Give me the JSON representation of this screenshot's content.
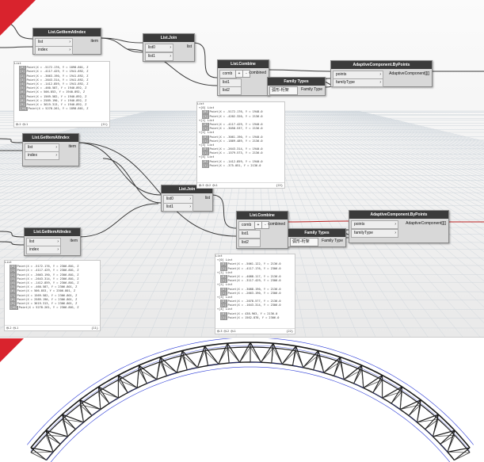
{
  "corner_color": "#d9232d",
  "top": {
    "nodes": {
      "gather1": {
        "title": "List.GetItemAtIndex",
        "in": [
          "list",
          "index"
        ],
        "out": "item"
      },
      "join1": {
        "title": "List.Join",
        "in": [
          "list0",
          "list1"
        ],
        "out": "list"
      },
      "combine1": {
        "title": "List.Combine",
        "in": [
          "comb",
          "list1",
          "list2"
        ],
        "out": "combined",
        "mini_plus": "+",
        "mini_minus": "-"
      },
      "family1": {
        "title": "Family Types",
        "value": "弧形-桁架",
        "out": "Family Type"
      },
      "adaptive1": {
        "title": "AdaptiveComponent.ByPoints",
        "in": [
          "points",
          "familyType"
        ],
        "out": "AdaptiveComponent[][]"
      },
      "gather2": {
        "title": "List.GetItemAtIndex",
        "in": [
          "list",
          "index"
        ],
        "out": "item"
      },
      "join2": {
        "title": "List.Join",
        "in": [
          "list0",
          "list1"
        ],
        "out": "list"
      },
      "combine2": {
        "title": "List.Combine",
        "in": [
          "comb",
          "list1",
          "list2"
        ],
        "out": "combined",
        "mini_plus": "+",
        "mini_minus": "-"
      },
      "family2": {
        "title": "Family Types",
        "value": "弧形-桁架",
        "out": "Family Type"
      },
      "adaptive2": {
        "title": "AdaptiveComponent.ByPoints",
        "in": [
          "points",
          "familyType"
        ],
        "out": "AdaptiveComponent[][]"
      },
      "gather3": {
        "title": "List.GetItemAtIndex",
        "in": [
          "list",
          "index"
        ],
        "out": "item"
      }
    },
    "previews": {
      "p1": {
        "header": "List",
        "lines": [
          {
            "i": "[0]",
            "t": "Point(X = -5172.176, Y = 1898.801, Z"
          },
          {
            "i": "[1]",
            "t": "Point(X = -4117.429, Y = 1941.892, Z"
          },
          {
            "i": "[2]",
            "t": "Point(X = -3663.190, Y = 1941.892, Z"
          },
          {
            "i": "[3]",
            "t": "Point(X = -2643.314, Y = 1941.892, Z"
          },
          {
            "i": "[4]",
            "t": "Point(X = -1412.859, Y = 1941.892, Z"
          },
          {
            "i": "[5]",
            "t": "Point(X = -460.587, Y = 1940.892, Z"
          },
          {
            "i": "[6]",
            "t": "Point(X = 506.853, Y = 1940.892, Z"
          },
          {
            "i": "[7]",
            "t": "Point(X = 1569.582, Y = 1940.892, Z"
          },
          {
            "i": "[8]",
            "t": "Point(X = 2589.190, Y = 1940.892, Z"
          },
          {
            "i": "[9]",
            "t": "Point(X = 3619.313, Y = 1940.892, Z"
          },
          {
            "i": "[10]",
            "t": "Point(X = 5278.261, Y = 1898.801, Z"
          }
        ],
        "foot_left": "@L2 @L1",
        "foot_right": "{11}"
      },
      "p2": {
        "header": "List",
        "lines": [
          {
            "i": "",
            "t": "▾[0] List"
          },
          {
            "i": "[0]",
            "t": "Point(X = -5172.176, Y = 1948.0"
          },
          {
            "i": "[1]",
            "t": "Point(X = -4202.320, Y = 2136.0"
          },
          {
            "i": "",
            "t": "▾[1] List"
          },
          {
            "i": "[0]",
            "t": "Point(X = -4117.429, Y = 1940.0"
          },
          {
            "i": "[1]",
            "t": "Point(X = -3058.537, Y = 2136.0"
          },
          {
            "i": "",
            "t": "▾[2] List"
          },
          {
            "i": "[0]",
            "t": "Point(X = -3061.190, Y = 1940.0"
          },
          {
            "i": "[1]",
            "t": "Point(X = -1869.489, Y = 2136.0"
          },
          {
            "i": "",
            "t": "▾[3] List"
          },
          {
            "i": "[0]",
            "t": "Point(X = -2643.314, Y = 1940.0"
          },
          {
            "i": "[1]",
            "t": "Point(X = -1579.573, Y = 2136.0"
          },
          {
            "i": "",
            "t": "▾[4] List"
          },
          {
            "i": "[0]",
            "t": "Point(X = -1412.859, Y = 1940.0"
          },
          {
            "i": "[1]",
            "t": "Point(X = -375.051, Y = 2136.0"
          }
        ],
        "foot_left": "@L3 @L2 @L1",
        "foot_right": "{22}"
      },
      "p3": {
        "header": "List",
        "lines": [
          {
            "i": "[0]",
            "t": "Point(X = -5172.176, Y = 2306.801, Z"
          },
          {
            "i": "[1]",
            "t": "Point(X = -4117.429, Y = 2306.801, Z"
          },
          {
            "i": "[2]",
            "t": "Point(X = -3663.190, Y = 2306.801, Z"
          },
          {
            "i": "[3]",
            "t": "Point(X = -2643.314, Y = 2306.801, Z"
          },
          {
            "i": "[4]",
            "t": "Point(X = -1412.859, Y = 2306.801, Z"
          },
          {
            "i": "[5]",
            "t": "Point(X = -460.587, Y = 2306.801, Z"
          },
          {
            "i": "[6]",
            "t": "Point(X = 506.853, Y = 2306.801, Z"
          },
          {
            "i": "[7]",
            "t": "Point(X = 1569.582, Y = 2306.801, Z"
          },
          {
            "i": "[8]",
            "t": "Point(X = 2589.190, Y = 2306.801, Z"
          },
          {
            "i": "[9]",
            "t": "Point(X = 3619.313, Y = 2306.801, Z"
          },
          {
            "i": "[10]",
            "t": "Point(X = 5278.261, Y = 2306.801, Z"
          }
        ],
        "foot_left": "@L2 @L1",
        "foot_right": "{11}"
      },
      "p4": {
        "header": "List",
        "lines": [
          {
            "i": "",
            "t": "▾[0] List"
          },
          {
            "i": "[0]",
            "t": "Point(X = -5061.122, Y = 2136.0"
          },
          {
            "i": "[1]",
            "t": "Point(X = -4117.176, Y = 2306.0"
          },
          {
            "i": "",
            "t": "▾[1] List"
          },
          {
            "i": "[0]",
            "t": "Point(X = -4088.117, Y = 2136.0"
          },
          {
            "i": "[1]",
            "t": "Point(X = -3117.429, Y = 2306.0"
          },
          {
            "i": "",
            "t": "▾[2] List"
          },
          {
            "i": "[0]",
            "t": "Point(X = -3088.190, Y = 2136.0"
          },
          {
            "i": "[1]",
            "t": "Point(X = -2663.190, Y = 2306.0"
          },
          {
            "i": "",
            "t": "▾[3] List"
          },
          {
            "i": "[0]",
            "t": "Point(X = -2078.577, Y = 2136.0"
          },
          {
            "i": "[1]",
            "t": "Point(X = -1643.314, Y = 2306.0"
          },
          {
            "i": "",
            "t": "▾[4] List"
          },
          {
            "i": "[0]",
            "t": "Point(X = 438.963, Y = 2136.0"
          },
          {
            "i": "[1]",
            "t": "Point(X = 1562.878, Y = 2306.0"
          }
        ],
        "foot_left": "@L3 @L2 @L1",
        "foot_right": "{22}"
      }
    }
  }
}
